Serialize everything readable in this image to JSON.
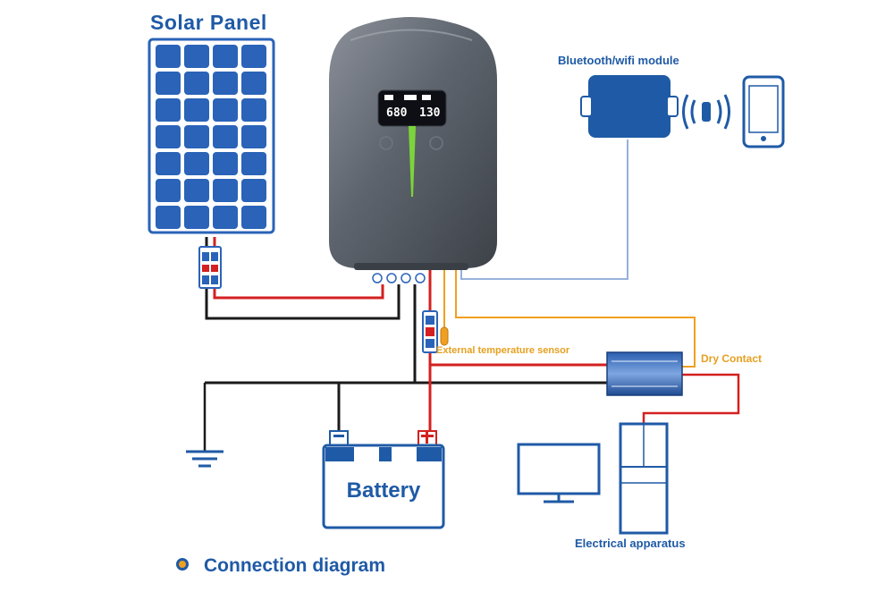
{
  "labels": {
    "solar_panel": "Solar Panel",
    "bluetooth_module": "Bluetooth/wifi module",
    "temperature_sensor": "External temperature sensor",
    "dry_contact": "Dry Contact",
    "battery": "Battery",
    "electrical_apparatus": "Electrical apparatus",
    "diagram_title": "Connection diagram"
  },
  "display": {
    "reading_left": "680",
    "reading_right": "130"
  },
  "colors": {
    "brand_blue": "#1f5aa6",
    "panel_cell": "#2a63b8",
    "positive_wire": "#d42020",
    "negative_wire": "#1a1a1a",
    "signal_wire": "#f0a020",
    "comm_wire": "#8aa7d6",
    "inverter_body": "#5d636c",
    "display_bar": "#7cd43a"
  },
  "icons": [
    "solar-panel-icon",
    "inverter-icon",
    "bluetooth-module-icon",
    "wireless-icon",
    "phone-icon",
    "breaker-icon",
    "temperature-sensor-icon",
    "dry-contact-relay-icon",
    "ground-icon",
    "battery-icon",
    "monitor-icon",
    "refrigerator-icon",
    "bullet-icon"
  ]
}
